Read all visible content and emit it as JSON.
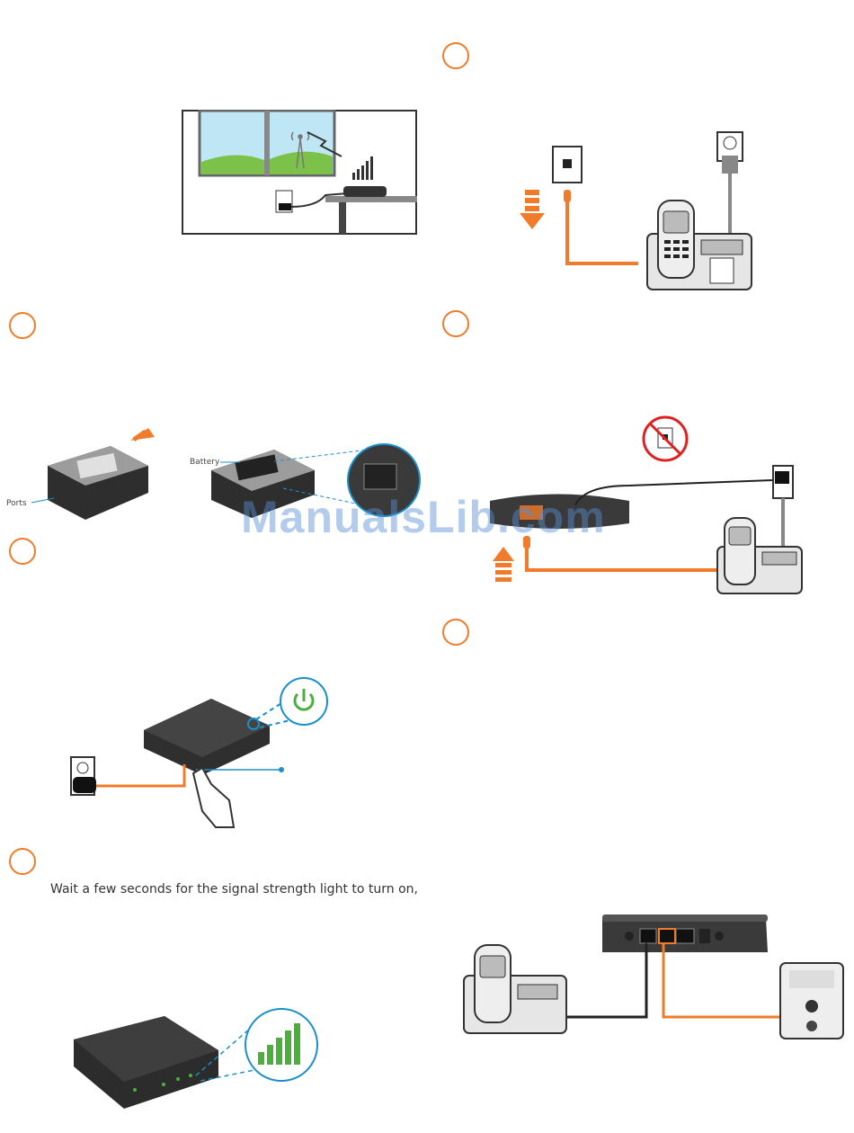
{
  "labels": {
    "ports": "Ports",
    "battery": "Battery"
  },
  "instructions": {
    "step7_text": "Wait a few seconds for the signal strength light to turn on,"
  },
  "watermark": "ManualsLib.com",
  "colors": {
    "accent": "#f07b2a",
    "device": "#3c3c3c",
    "signal_green": "#4caf3c",
    "callout_blue": "#1a8fc9",
    "prohibit_red": "#e02020"
  },
  "icons": [
    "step-circle",
    "power-icon",
    "signal-bars-icon",
    "wall-outlet-icon",
    "phone-jack-icon",
    "cordless-phone-icon",
    "no-jack-icon",
    "arrow-icon",
    "hand-icon",
    "antenna-icon"
  ]
}
